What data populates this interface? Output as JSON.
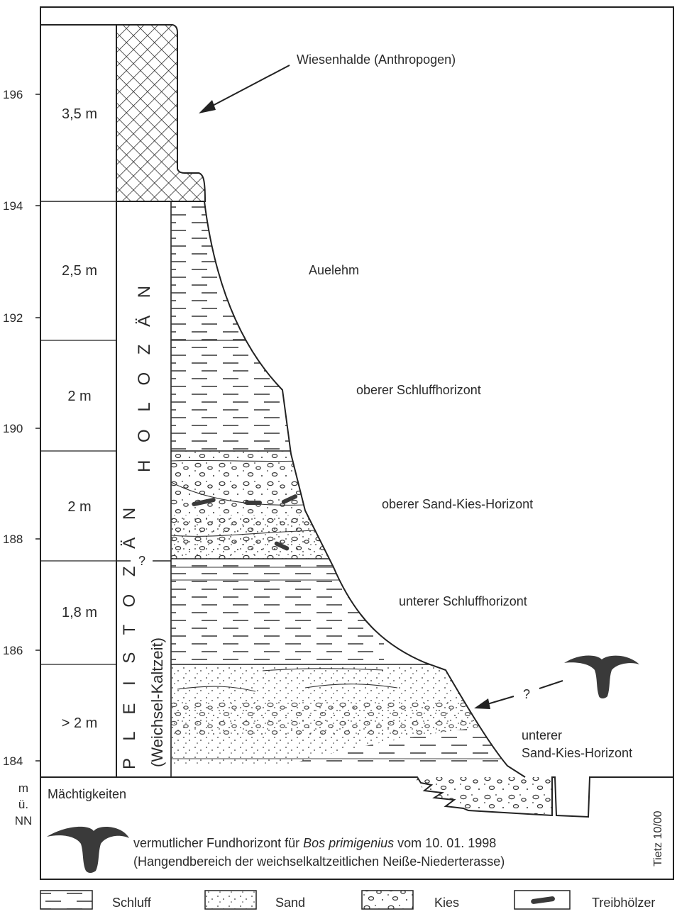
{
  "axis": {
    "unit_lines": [
      "m",
      "ü.",
      "NN"
    ],
    "ticks": [
      "196",
      "194",
      "192",
      "190",
      "188",
      "186",
      "184"
    ]
  },
  "thickness": {
    "header": "Mächtigkeiten",
    "values": [
      "3,5 m",
      "2,5 m",
      "2 m",
      "2 m",
      "1,8 m",
      "> 2 m"
    ]
  },
  "eras": {
    "holozaen": "H O L O Z Ä N",
    "pleistozaen": "P L E I S T O Z Ä N",
    "pleistozaen_sub": "(Weichsel-Kaltzeit)",
    "boundary_mark": "?"
  },
  "layers": {
    "wiesenhalde": "Wiesenhalde (Anthropogen)",
    "auelehm": "Auelehm",
    "oberer_schluff": "oberer Schluffhorizont",
    "oberer_sand_kies": "oberer Sand-Kies-Horizont",
    "unterer_schluff": "unterer Schluffhorizont",
    "unterer_sand_kies_1": "unterer",
    "unterer_sand_kies_2": "Sand-Kies-Horizont",
    "find_mark": "?"
  },
  "footnote": {
    "line1_pre": "vermutlicher Fundhorizont für ",
    "line1_species": "Bos primigenius",
    "line1_post": " vom 10. 01. 1998",
    "line2": "(Hangendbereich der weichselkaltzeitlichen Neiße-Niederterasse)",
    "author": "Tietz 10/00"
  },
  "legend": [
    "Schluff",
    "Sand",
    "Kies",
    "Treibhölzer"
  ]
}
